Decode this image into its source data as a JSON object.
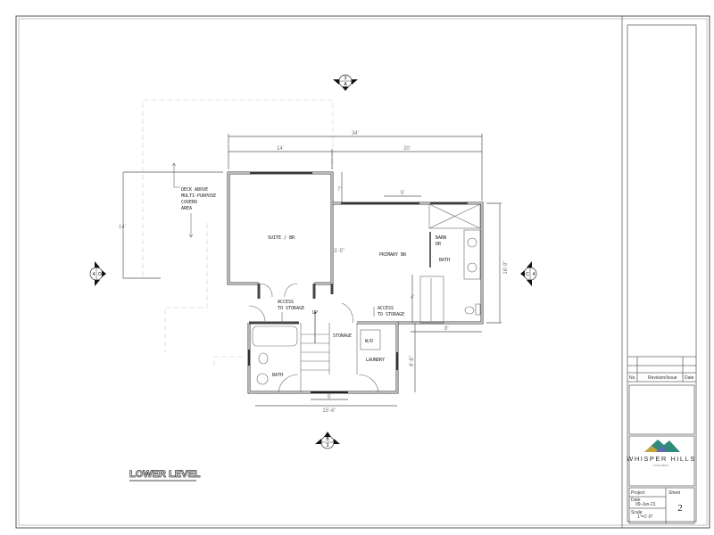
{
  "drawing": {
    "title": "LOWER LEVEL",
    "rooms": {
      "suite": "SUITE / BR",
      "primary": "PRIMARY BR",
      "barn_dr_1": "BARN",
      "barn_dr_2": "DR",
      "primary_bath": "BATH",
      "lower_bath": "BATH",
      "storage": "STORAGE",
      "laundry": "LAUNDRY",
      "wd": "W/D",
      "up": "UP"
    },
    "notes": {
      "deck": [
        "DECK ABOVE",
        "MULTI-PURPOSE",
        "COVERD",
        "AREA"
      ],
      "access1": [
        "ACCESS",
        "TO STORAGE"
      ],
      "access2": [
        "ACCESS",
        "TO STORAGE"
      ]
    },
    "dimensions": {
      "overall": "34'",
      "left_width": "14'",
      "right_width": "20'",
      "step": "7'",
      "window": "5'",
      "left_height": "14'",
      "right_height": "16'-9\"",
      "bath_width": "8'",
      "lower_width": "15'-6\"",
      "lower_window": "5'",
      "lower_height": "8'-6\"",
      "closet": "4'",
      "wall": "3'-5\""
    },
    "section_markers": {
      "top": [
        "3",
        "A"
      ],
      "left": [
        "4",
        "D"
      ],
      "right": [
        "C",
        "4"
      ],
      "bottom": [
        "B",
        "3"
      ]
    }
  },
  "title_block": {
    "revision_headers": {
      "no": "No.",
      "revision": "Revision/Issue",
      "date": "Date"
    },
    "logo_name": "WHISPER HILLS",
    "logo_sub": "TOKAWAY",
    "project_label": "Project",
    "sheet_label": "Sheet",
    "sheet_number": "2",
    "date_label": "Date",
    "date_value": "09-Jun-21",
    "scale_label": "Scale",
    "scale_value": "1\"=1'-0\""
  }
}
